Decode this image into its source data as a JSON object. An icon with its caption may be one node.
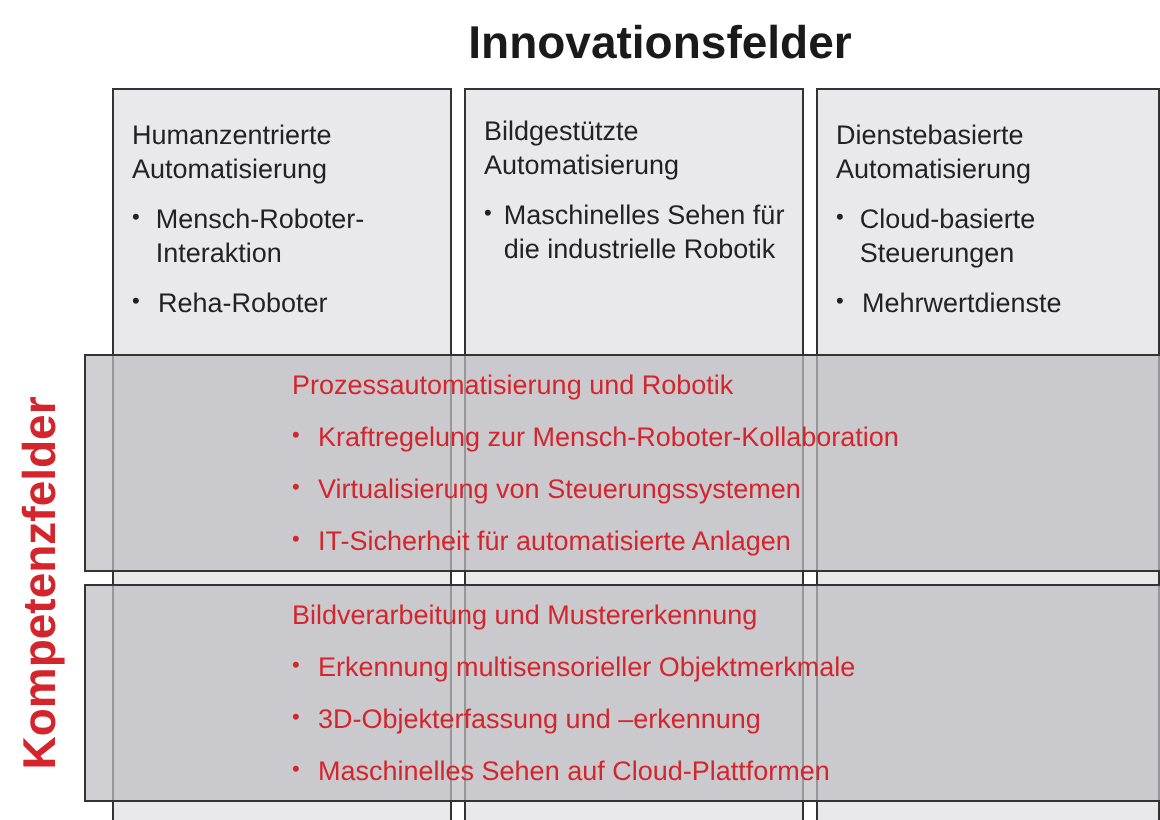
{
  "diagram": {
    "title": "Innovationsfelder",
    "nodes": [
      {
        "text": [
          "Humanzentrierte Automatisierung",
          "•",
          "Mensch-Roboter-Interaktion",
          "•",
          "Reha-Roboter"
        ]
      },
      {
        "text": [
          "Bildgestützte Automatisierung",
          "•",
          "Maschinelles Sehen für die industrielle Robotik"
        ]
      },
      {
        "text": [
          "Dienstebasierte Automatisierung",
          "•",
          "Cloud-basierte Steuerungen",
          "•",
          "Mehrwertdienste"
        ]
      },
      {
        "text": [
          "Prozessautomatisierung und Robotik",
          "•",
          "Kraftregelung zur Mensch-Roboter-Kollaboration",
          "•",
          "Virtualisierung von Steuerungssystemen",
          "•",
          "IT-Sicherheit für automatisierte Anlagen"
        ]
      },
      {
        "text": [
          "Bildverarbeitung und Mustererkennung",
          "•",
          "Erkennung multisensorieller Objektmerkmale",
          "•",
          "3D-Objekterfassung und –erkennung",
          "•",
          "Maschinelles Sehen auf Cloud-Plattformen"
        ]
      }
    ],
    "labels": [
      "Kompetenzfelder"
    ]
  }
}
